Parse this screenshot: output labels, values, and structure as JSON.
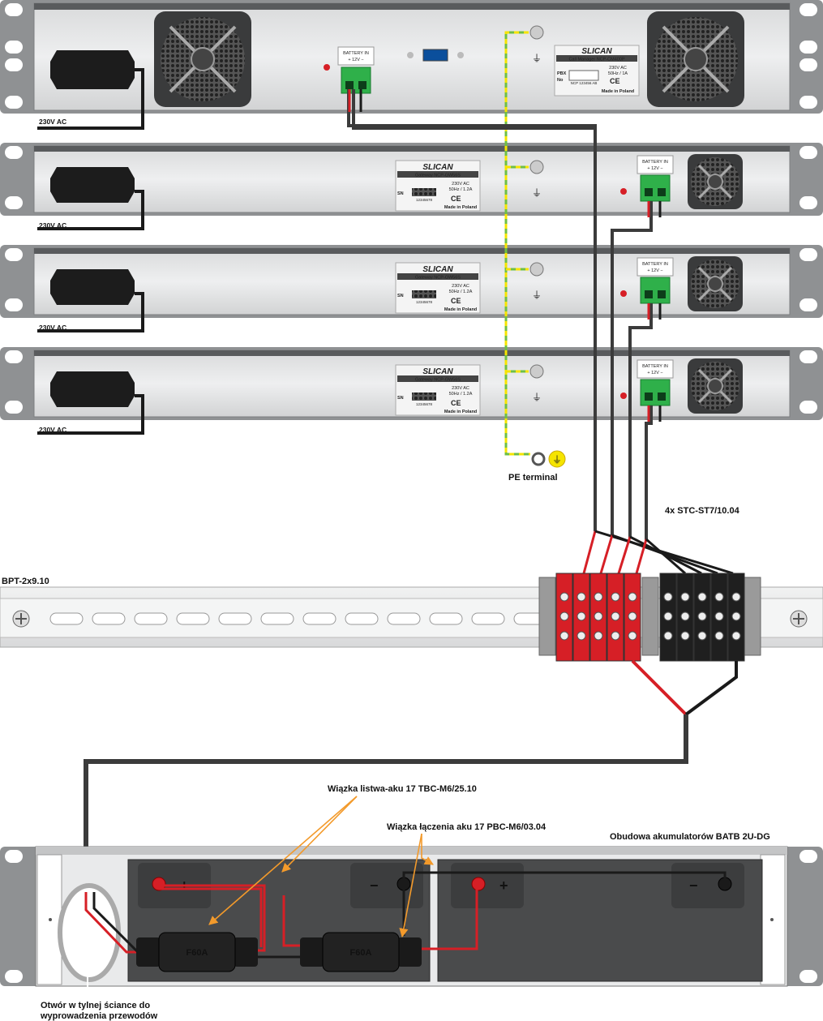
{
  "labels": {
    "ac": "230V AC",
    "battery_in": "BATTERY IN",
    "battery_polarity": "+ 12V −",
    "pe_terminal": "PE terminal",
    "stc_cables": "4x STC-ST7/10.04",
    "bpt": "BPT-2x9.10",
    "harness_strip_battery": "Wiązka listwa-aku 17 TBC-M6/25.10",
    "harness_link": "Wiązka łączenia aku 17 PBC-M6/03.04",
    "battery_housing": "Obudowa akumulatorów BATB 2U-DG",
    "hole_line1": "Otwór w tylnej ściance do",
    "hole_line2": "wyprowadzenia przewodów",
    "fuse": "F60A",
    "plus": "+",
    "minus": "−"
  },
  "cm_label": {
    "brand": "SLICAN",
    "model": "Call Manager NCP-CM400P",
    "spec1": "230V AC",
    "spec2": "50Hz / 1A",
    "pbx": "PBX",
    "no": "No",
    "serial": "NCP 123456 AB",
    "made": "Made in Poland",
    "ce": "CE"
  },
  "gw_label": {
    "brand": "SLICAN",
    "model": "Gateway NCP-GW56S",
    "sn": "SN",
    "spec1": "230V AC",
    "spec2": "50Hz / 1.2A",
    "barcode_num": "12345678",
    "made": "Made in Poland",
    "ce": "CE"
  },
  "colors": {
    "rack": "#8f9193",
    "panel": "#e6e7e8",
    "terminal_green": "#2fb04a",
    "wire_red": "#d61f26",
    "wire_black": "#1a1a1a",
    "pe_green": "#6fbf44",
    "pe_yellow": "#f5e400",
    "annotation": "#f39a2b"
  }
}
